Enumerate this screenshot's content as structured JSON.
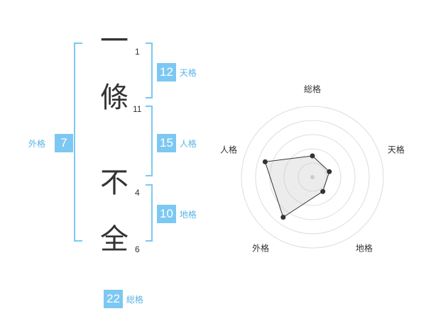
{
  "characters": [
    {
      "char": "一",
      "strokes": "1"
    },
    {
      "char": "條",
      "strokes": "11"
    },
    {
      "char": "不",
      "strokes": "4"
    },
    {
      "char": "全",
      "strokes": "6"
    }
  ],
  "kakusu": {
    "tenkaku": {
      "value": "12",
      "label": "天格"
    },
    "jinkaku": {
      "value": "15",
      "label": "人格"
    },
    "chikaku": {
      "value": "10",
      "label": "地格"
    },
    "gaikaku": {
      "value": "7",
      "label": "外格"
    },
    "soukaku": {
      "value": "22",
      "label": "総格"
    }
  },
  "colors": {
    "accent": "#7cc8f2",
    "label_text": "#5bb3e6",
    "bracket": "#7cc8f2"
  },
  "chart_data": {
    "type": "radar",
    "axes": [
      "総格",
      "天格",
      "地格",
      "外格",
      "人格"
    ],
    "values": [
      0.3,
      0.25,
      0.25,
      0.7,
      0.7
    ],
    "rings": 5,
    "grid": true
  }
}
